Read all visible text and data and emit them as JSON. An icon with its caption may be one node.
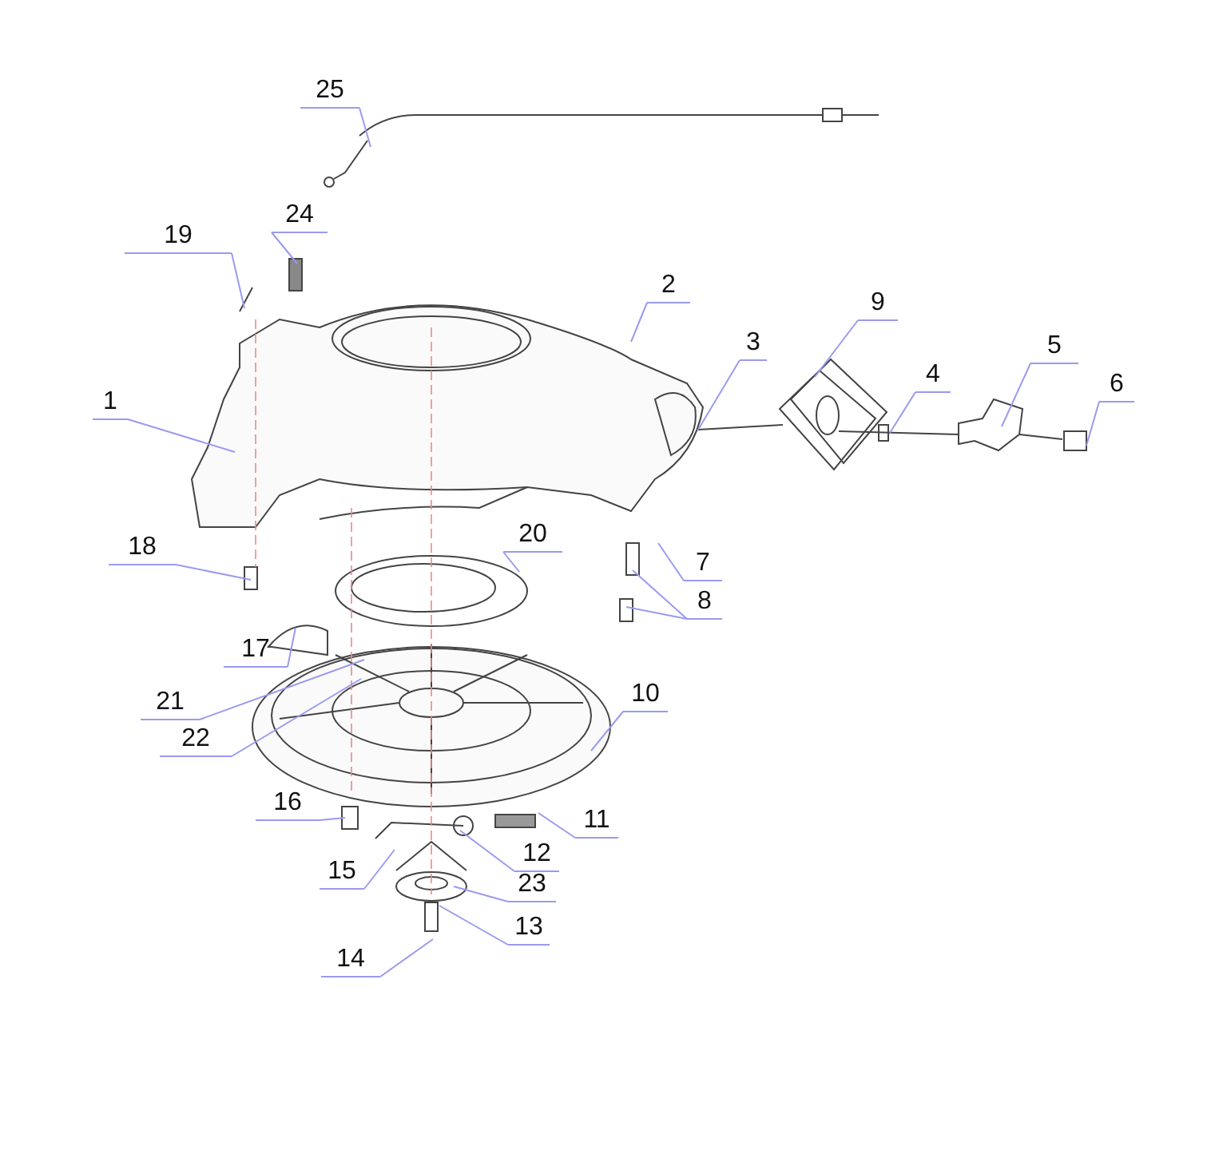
{
  "diagram": {
    "nodes": [
      {
        "text": [
          "25"
        ]
      },
      {
        "text": [
          "24"
        ]
      },
      {
        "text": [
          "19"
        ]
      },
      {
        "text": [
          "2"
        ]
      },
      {
        "text": [
          "9"
        ]
      },
      {
        "text": [
          "3"
        ]
      },
      {
        "text": [
          "5"
        ]
      },
      {
        "text": [
          "4"
        ]
      },
      {
        "text": [
          "6"
        ]
      },
      {
        "text": [
          "1"
        ]
      },
      {
        "text": [
          "20"
        ]
      },
      {
        "text": [
          "18"
        ]
      },
      {
        "text": [
          "7"
        ]
      },
      {
        "text": [
          "8"
        ]
      },
      {
        "text": [
          "17"
        ]
      },
      {
        "text": [
          "10"
        ]
      },
      {
        "text": [
          "21"
        ]
      },
      {
        "text": [
          "22"
        ]
      },
      {
        "text": [
          "16"
        ]
      },
      {
        "text": [
          "11"
        ]
      },
      {
        "text": [
          "12"
        ]
      },
      {
        "text": [
          "15"
        ]
      },
      {
        "text": [
          "23"
        ]
      },
      {
        "text": [
          "13"
        ]
      },
      {
        "text": [
          "14"
        ]
      }
    ],
    "edges": [
      {
        "from": 0,
        "to": null,
        "arrow": "none"
      },
      {
        "from": 1,
        "to": null,
        "arrow": "none"
      },
      {
        "from": 2,
        "to": null,
        "arrow": "none"
      },
      {
        "from": 3,
        "to": null,
        "arrow": "none"
      },
      {
        "from": 4,
        "to": null,
        "arrow": "none"
      },
      {
        "from": 5,
        "to": null,
        "arrow": "none"
      },
      {
        "from": 6,
        "to": null,
        "arrow": "none"
      },
      {
        "from": 7,
        "to": null,
        "arrow": "none"
      },
      {
        "from": 8,
        "to": null,
        "arrow": "none"
      },
      {
        "from": 9,
        "to": null,
        "arrow": "none"
      },
      {
        "from": 10,
        "to": null,
        "arrow": "none"
      },
      {
        "from": 11,
        "to": null,
        "arrow": "none"
      },
      {
        "from": 12,
        "to": null,
        "arrow": "none"
      },
      {
        "from": 13,
        "to": null,
        "arrow": "none"
      },
      {
        "from": 13,
        "to": null,
        "arrow": "none"
      },
      {
        "from": 14,
        "to": null,
        "arrow": "none"
      },
      {
        "from": 15,
        "to": null,
        "arrow": "none"
      },
      {
        "from": 16,
        "to": null,
        "arrow": "none"
      },
      {
        "from": 17,
        "to": null,
        "arrow": "none"
      },
      {
        "from": 18,
        "to": null,
        "arrow": "none"
      },
      {
        "from": 19,
        "to": null,
        "arrow": "none"
      },
      {
        "from": 20,
        "to": null,
        "arrow": "none"
      },
      {
        "from": 21,
        "to": null,
        "arrow": "none"
      },
      {
        "from": 22,
        "to": null,
        "arrow": "none"
      },
      {
        "from": 23,
        "to": null,
        "arrow": "none"
      },
      {
        "from": 24,
        "to": null,
        "arrow": "none"
      }
    ]
  }
}
